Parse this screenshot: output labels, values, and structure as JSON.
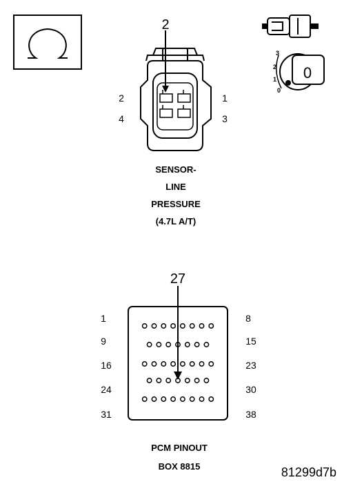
{
  "ohm_symbol": "Ω",
  "sensor_connector": {
    "callout_pin": "2",
    "pin_labels": {
      "top_left": "2",
      "bottom_left": "4",
      "top_right": "1",
      "bottom_right": "3"
    },
    "caption_lines": [
      "SENSOR-",
      "LINE",
      "PRESSURE",
      "(4.7L A/T)"
    ]
  },
  "key_switch": {
    "positions": [
      "3",
      "2",
      "1",
      "0"
    ],
    "current": "0"
  },
  "pcm_connector": {
    "callout_pin": "27",
    "rows": [
      {
        "left": "1",
        "right": "8",
        "pins": 8
      },
      {
        "left": "9",
        "right": "15",
        "pins": 7
      },
      {
        "left": "16",
        "right": "23",
        "pins": 8
      },
      {
        "left": "24",
        "right": "30",
        "pins": 7
      },
      {
        "left": "31",
        "right": "38",
        "pins": 8
      }
    ],
    "caption_lines": [
      "PCM PINOUT",
      "BOX 8815"
    ]
  },
  "figure_id": "81299d7b",
  "colors": {
    "ink": "#000000",
    "paper": "#ffffff"
  }
}
